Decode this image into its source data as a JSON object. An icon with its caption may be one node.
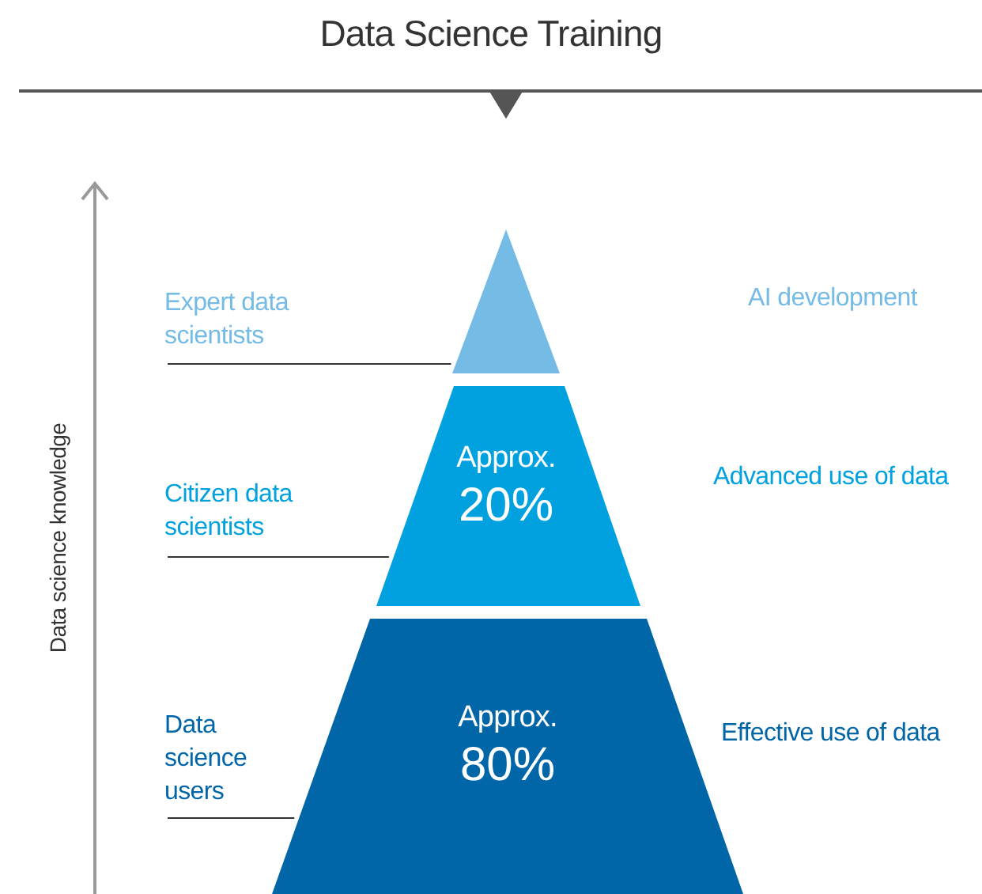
{
  "diagram": {
    "title": "Data Science Training",
    "nodes": [
      {
        "text": [],
        "shape": "triangle"
      },
      {
        "text": [
          "Approx.",
          "20%"
        ]
      },
      {
        "text": [
          "Approx.",
          "80%"
        ]
      },
      {
        "text": [
          "Expert data scientists"
        ]
      },
      {
        "text": [
          "Citizen data scientists"
        ]
      },
      {
        "text": [
          "Data science users"
        ]
      }
    ],
    "edges": [
      {
        "from": 3,
        "to": 0,
        "arrow": "none"
      },
      {
        "from": 4,
        "to": 1,
        "arrow": "none"
      },
      {
        "from": 5,
        "to": 2,
        "arrow": "none"
      }
    ],
    "labels": [
      "Data science knowledge",
      "AI development",
      "Advanced use of data",
      "Effective use of data"
    ]
  }
}
